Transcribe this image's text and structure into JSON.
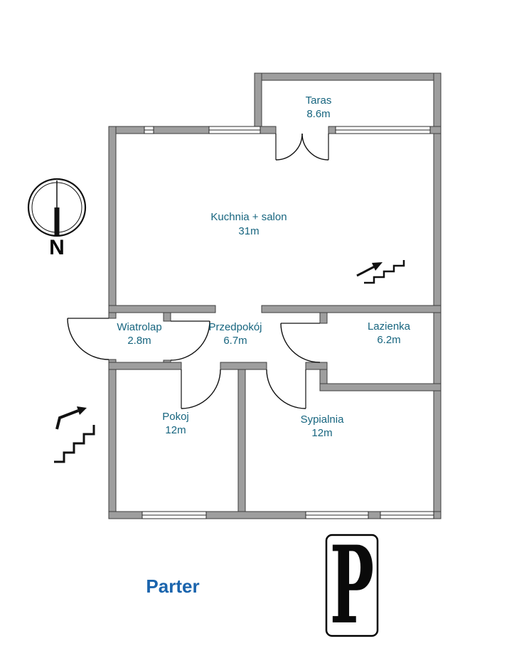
{
  "floor_label": "Parter",
  "compass": {
    "label": "N"
  },
  "logo": {
    "letter": "P"
  },
  "rooms": [
    {
      "id": "taras",
      "name": "Taras",
      "area": "8.6m"
    },
    {
      "id": "kuchnia",
      "name": "Kuchnia + salon",
      "area": "31m"
    },
    {
      "id": "wiatrolap",
      "name": "Wiatrolap",
      "area": "2.8m"
    },
    {
      "id": "przedpokoj",
      "name": "Przedpokój",
      "area": "6.7m"
    },
    {
      "id": "lazienka",
      "name": "Lazienka",
      "area": "6.2m"
    },
    {
      "id": "pokoj",
      "name": "Pokoj",
      "area": "12m"
    },
    {
      "id": "sypialnia",
      "name": "Sypialnia",
      "area": "12m"
    }
  ],
  "colors": {
    "room_label": "#17657f",
    "floor_label": "#1a64ad",
    "wall_fill": "#9e9e9e",
    "wall_stroke": "#3d3d3d",
    "line": "#111111"
  }
}
